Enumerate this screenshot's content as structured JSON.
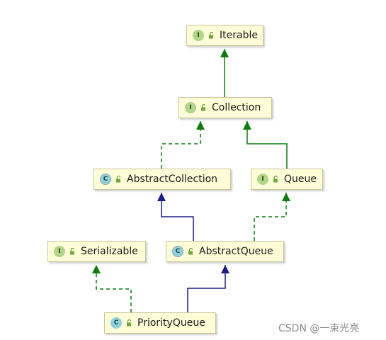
{
  "diagram": {
    "nodes": [
      {
        "id": "iterable",
        "label": "Iterable",
        "kind": "I"
      },
      {
        "id": "collection",
        "label": "Collection",
        "kind": "I"
      },
      {
        "id": "abstractcollection",
        "label": "AbstractCollection",
        "kind": "C"
      },
      {
        "id": "queue",
        "label": "Queue",
        "kind": "I"
      },
      {
        "id": "serializable",
        "label": "Serializable",
        "kind": "I"
      },
      {
        "id": "abstractqueue",
        "label": "AbstractQueue",
        "kind": "C"
      },
      {
        "id": "priorityqueue",
        "label": "PriorityQueue",
        "kind": "C"
      }
    ],
    "edges": [
      {
        "from": "collection",
        "to": "iterable",
        "type": "extends-interface"
      },
      {
        "from": "abstractcollection",
        "to": "collection",
        "type": "implements"
      },
      {
        "from": "queue",
        "to": "collection",
        "type": "extends-interface"
      },
      {
        "from": "abstractqueue",
        "to": "abstractcollection",
        "type": "extends-class"
      },
      {
        "from": "abstractqueue",
        "to": "queue",
        "type": "implements"
      },
      {
        "from": "priorityqueue",
        "to": "serializable",
        "type": "implements"
      },
      {
        "from": "priorityqueue",
        "to": "abstractqueue",
        "type": "extends-class"
      }
    ],
    "colors": {
      "interface_arrow": "#0a7d0a",
      "class_arrow": "#1c1c8c",
      "node_fill": "#fefdd7",
      "interface_badge": "#b1d58b",
      "class_badge": "#8ed1dc"
    }
  },
  "watermark": "CSDN @一束光亮"
}
